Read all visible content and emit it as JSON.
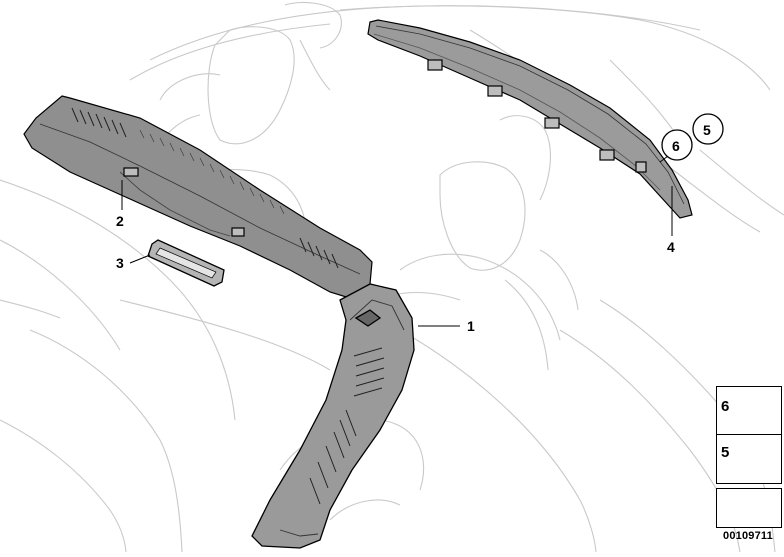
{
  "callouts": {
    "part_1": "1",
    "part_2": "2",
    "part_3": "3",
    "part_4": "4",
    "part_5": "5",
    "part_6": "6"
  },
  "legend": {
    "row_6": "6",
    "row_5": "5"
  },
  "diagram_id": "00109711",
  "icons": {
    "clip": "push-in-clip-icon",
    "rivet": "expanding-rivet-icon",
    "arrow": "installation-direction-arrow-icon"
  }
}
